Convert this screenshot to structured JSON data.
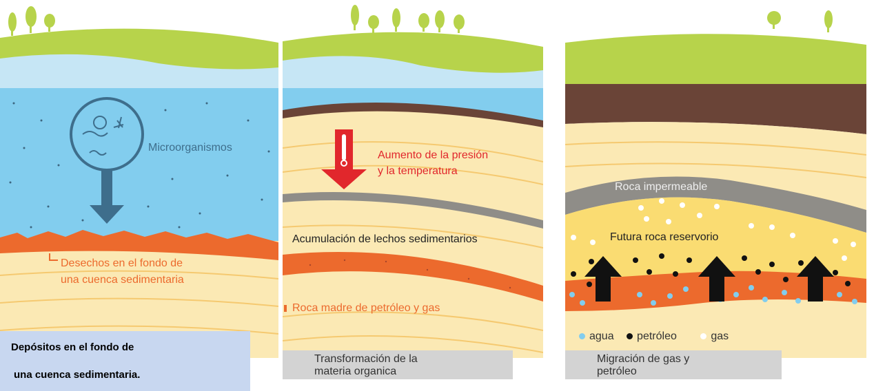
{
  "colors": {
    "grass": "#b7d34b",
    "sky_river": "#c6e6f5",
    "water": "#82cdee",
    "sand": "#fbe9b4",
    "sand_line": "#f5c970",
    "source_rock": "#ec6a2d",
    "dark_soil": "#6a4437",
    "gray_rock": "#8f8d88",
    "reservoir": "#fadc72",
    "arrow_blue": "#3e6e8c",
    "red": "#e1272c",
    "caption_gray": "#d3d3d3",
    "caption_blue": "#c8d7f0"
  },
  "panel1": {
    "microorganisms": "Microorganismos",
    "debris_line1": "Desechos en el fondo de",
    "debris_line2": "una cuenca sedimentaria",
    "caption_line1": "Depósitos en el fondo de",
    "caption_line2": "una cuenca sedimentaria."
  },
  "panel2": {
    "pressure_line1": "Aumento de la presión",
    "pressure_line2": "y la temperatura",
    "accumulation": "Acumulación de lechos sedimentarios",
    "source_rock": "Roca madre de petróleo y gas",
    "caption_line1": "Transformación de la",
    "caption_line2": "materia organica"
  },
  "panel3": {
    "impermeable": "Roca impermeable",
    "reservoir": "Futura roca reservorio",
    "legend": {
      "water": "agua",
      "oil": "petróleo",
      "gas": "gas"
    },
    "caption_line1": "Migración de gas y",
    "caption_line2": "petróleo"
  }
}
